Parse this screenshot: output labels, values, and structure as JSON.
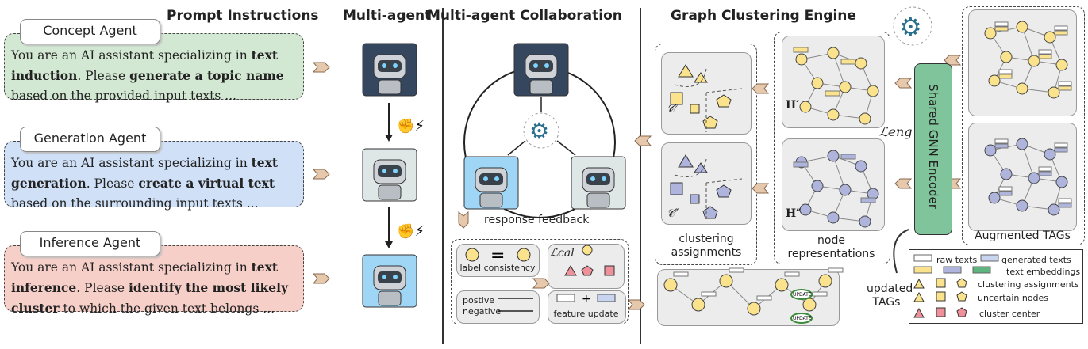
{
  "headers": {
    "prompt": "Prompt Instructions",
    "multi": "Multi-agent",
    "collab": "Multi-agent Collaboration",
    "engine": "Graph Clustering Engine"
  },
  "agents": [
    {
      "name": "Concept Agent",
      "pre": "You are an AI assistant specializing in ",
      "b1": "text induction",
      "mid": ". Please ",
      "b2": "generate a topic name",
      "post": " based on the provided input texts ...",
      "color": "#d3e8d3"
    },
    {
      "name": "Generation Agent",
      "pre": "You are an AI assistant specializing in ",
      "b1": "text generation",
      "mid": ". Please ",
      "b2": "create a virtual text",
      "post": " based on the surrounding input texts ...",
      "color": "#cfe0f7"
    },
    {
      "name": "Inference Agent",
      "pre": "You are an AI assistant specializing in ",
      "b1": "text inference",
      "mid": ". Please ",
      "b2": "identify the most likely cluster",
      "post": " to which the given text belongs ...",
      "color": "#f6cfc8"
    }
  ],
  "collab": {
    "feedback": "response feedback",
    "label_consistency": "label consistency",
    "lcal": "ℒcal",
    "positive": "postive",
    "negative": "negative",
    "feature_update": "feature update"
  },
  "engine": {
    "c1": "𝒞′",
    "c2": "𝒞″",
    "h1": "H′",
    "h2": "H″",
    "leng": "ℒeng",
    "clustering": "clustering assignments",
    "node_reps": "node representations",
    "encoder": "Shared GNN Encoder",
    "augmented": "Augmented TAGs",
    "updated": "updated TAGs",
    "update_badge": "UPDATE"
  },
  "legend": {
    "raw": "raw texts",
    "generated": "generated texts",
    "emb": "text embeddings",
    "assign": "clustering assignments",
    "uncertain": "uncertain nodes",
    "center": "cluster center"
  },
  "colors": {
    "yellow": "#fbe38e",
    "purple": "#aeb4dc",
    "green": "#5fb37f",
    "red": "#ee919a"
  }
}
